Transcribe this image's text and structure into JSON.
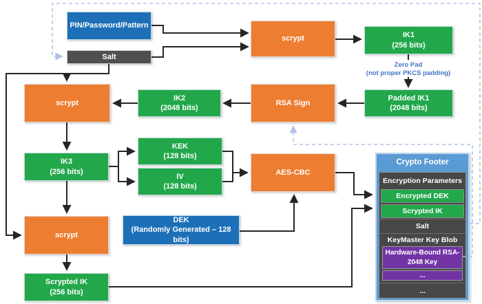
{
  "diagram": {
    "nodes": {
      "pin": {
        "label": "PIN/Password/Pattern"
      },
      "salt": {
        "label": "Salt"
      },
      "scrypt_top": {
        "label": "scrypt"
      },
      "ik1": {
        "title": "IK1",
        "subtitle": "(256 bits)"
      },
      "zero_pad": {
        "line1": "Zero Pad",
        "line2": "(not proper PKCS padding)"
      },
      "padded_ik1": {
        "title": "Padded IK1",
        "subtitle": "(2048 bits)"
      },
      "rsa_sign": {
        "label": "RSA Sign"
      },
      "ik2": {
        "title": "IK2",
        "subtitle": "(2048 bits)"
      },
      "scrypt_mid": {
        "label": "scrypt"
      },
      "ik3": {
        "title": "IK3",
        "subtitle": "(256 bits)"
      },
      "kek": {
        "title": "KEK",
        "subtitle": "(128 bits)"
      },
      "iv": {
        "title": "IV",
        "subtitle": "(128 bits)"
      },
      "aes_cbc": {
        "label": "AES-CBC"
      },
      "dek": {
        "title": "DEK",
        "subtitle": "(Randomly Generated – 128 bits)"
      },
      "scrypt_bottom": {
        "label": "scrypt"
      },
      "scrypted_ik": {
        "title": "Scrypted IK",
        "subtitle": "(256 bits)"
      }
    },
    "crypto_footer": {
      "title": "Crypto Footer",
      "rows": {
        "encryption_parameters": "Encryption Parameters",
        "encrypted_dek": "Encrypted DEK",
        "scrypted_ik": "Scrypted IK",
        "salt": "Salt",
        "keymaster_blob": "KeyMaster Key Blob",
        "hardware_key": "Hardware-Bound RSA-2048 Key",
        "keymaster_more": "...",
        "footer_more": "..."
      }
    },
    "colors": {
      "blue_box": "#1D70B7",
      "orange_box": "#ED7D31",
      "green_box": "#22A84B",
      "dark_gray_box": "#4F4F4F",
      "purple_box": "#7233A5",
      "footer_panel": "#5B9BD5",
      "footer_panel_border": "#BDD7EE",
      "solid_line": "#262626",
      "dashed_line": "#AFC4E2",
      "annotation_text": "#4372C4"
    }
  }
}
